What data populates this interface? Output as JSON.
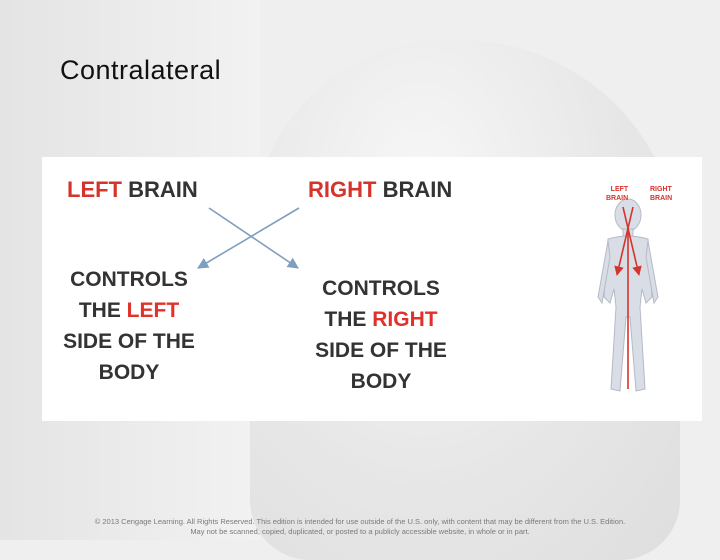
{
  "slide": {
    "title": "Contralateral"
  },
  "diagram": {
    "left_heading": {
      "word1": "LEFT",
      "word2": "BRAIN"
    },
    "right_heading": {
      "word1": "RIGHT",
      "word2": "BRAIN"
    },
    "left_text": {
      "line1": "CONTROLS",
      "line2_pre": "THE",
      "line2_hl": "LEFT",
      "line3": "SIDE OF THE",
      "line4": "BODY"
    },
    "right_text": {
      "line1": "CONTROLS",
      "line2_pre": "THE",
      "line2_hl": "RIGHT",
      "line3": "SIDE OF THE",
      "line4": "BODY"
    },
    "figure_labels": {
      "left_line1": "LEFT",
      "left_line2": "BRAIN",
      "right_line1": "RIGHT",
      "right_line2": "BRAIN"
    },
    "colors": {
      "red": "#d5342c",
      "arrow_blue": "#7f9fbf",
      "text_dark": "#333333"
    }
  },
  "footer": {
    "line1": "© 2013 Cengage Learning. All Rights Reserved. This edition is intended for use outside of the U.S. only, with content that may be different from the U.S. Edition.",
    "line2": "May not be scanned, copied, duplicated, or posted to a publicly accessible website, in whole or in part."
  }
}
